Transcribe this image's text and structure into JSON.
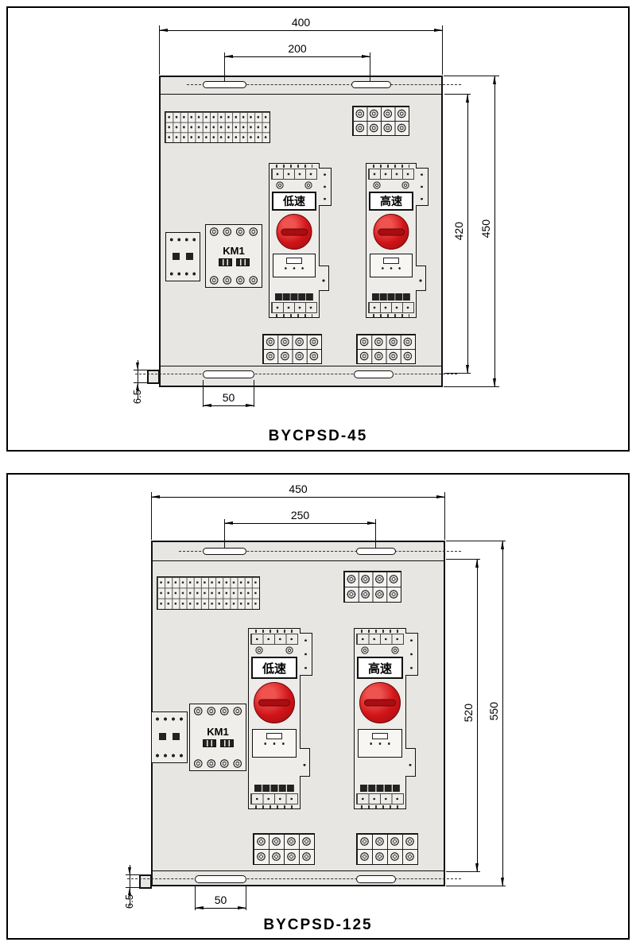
{
  "colors": {
    "panel_fill": "#e7e6e2",
    "knob_red": "#d01418",
    "line": "#111111"
  },
  "diagrams": [
    {
      "title": "BYCPSD-45",
      "dimensions": {
        "overall_width": "400",
        "hole_spacing": "200",
        "body_height": "420",
        "overall_height": "450",
        "flange_height": "6.5",
        "slot_offset": "50"
      },
      "components": {
        "contactor": "KM1",
        "low_speed": "低速",
        "high_speed": "高速"
      }
    },
    {
      "title": "BYCPSD-125",
      "dimensions": {
        "overall_width": "450",
        "hole_spacing": "250",
        "body_height": "520",
        "overall_height": "550",
        "flange_height": "6.5",
        "slot_offset": "50"
      },
      "components": {
        "contactor": "KM1",
        "low_speed": "低速",
        "high_speed": "高速"
      }
    }
  ]
}
